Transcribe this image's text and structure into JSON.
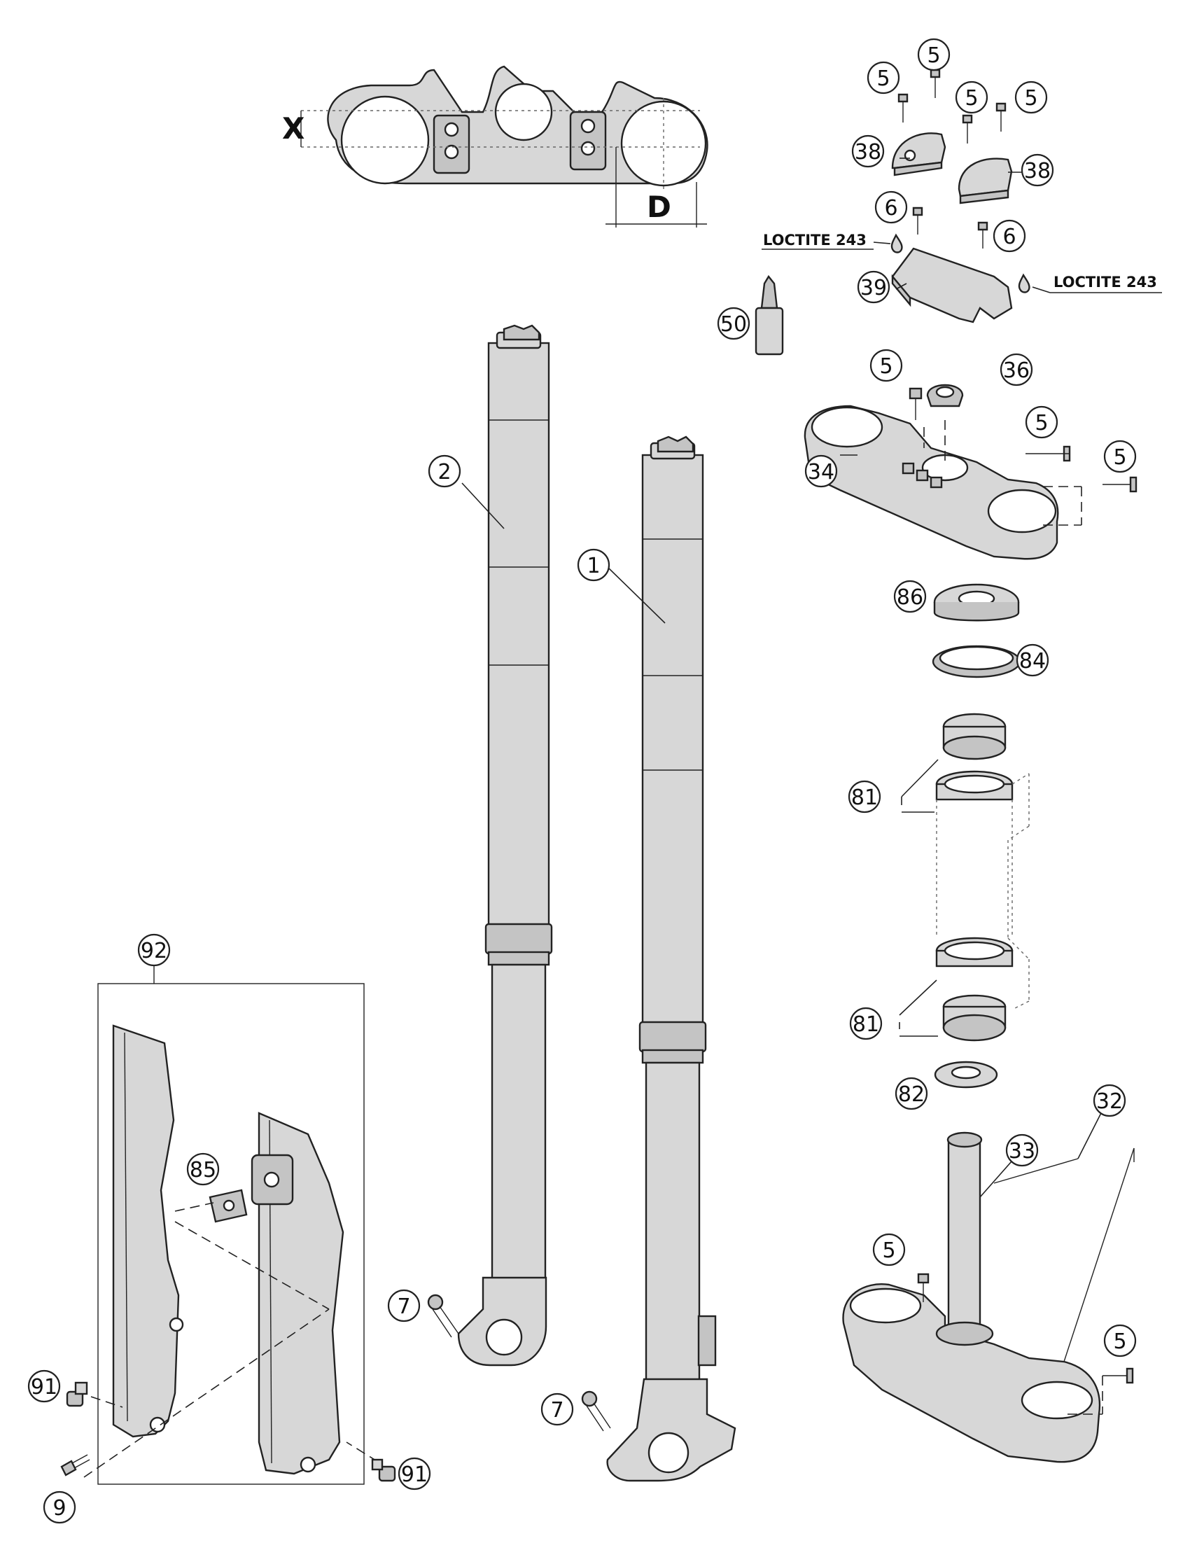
{
  "labels": {
    "part_1": "1",
    "part_2": "2",
    "part_5": "5",
    "part_6": "6",
    "part_7": "7",
    "part_9": "9",
    "part_32": "32",
    "part_33": "33",
    "part_34": "34",
    "part_36": "36",
    "part_38": "38",
    "part_39": "39",
    "part_50": "50",
    "part_81": "81",
    "part_82": "82",
    "part_84": "84",
    "part_85": "85",
    "part_86": "86",
    "part_91": "91",
    "part_92": "92",
    "loctite": "LOCTITE 243",
    "dim_x": "X",
    "dim_d": "D"
  }
}
